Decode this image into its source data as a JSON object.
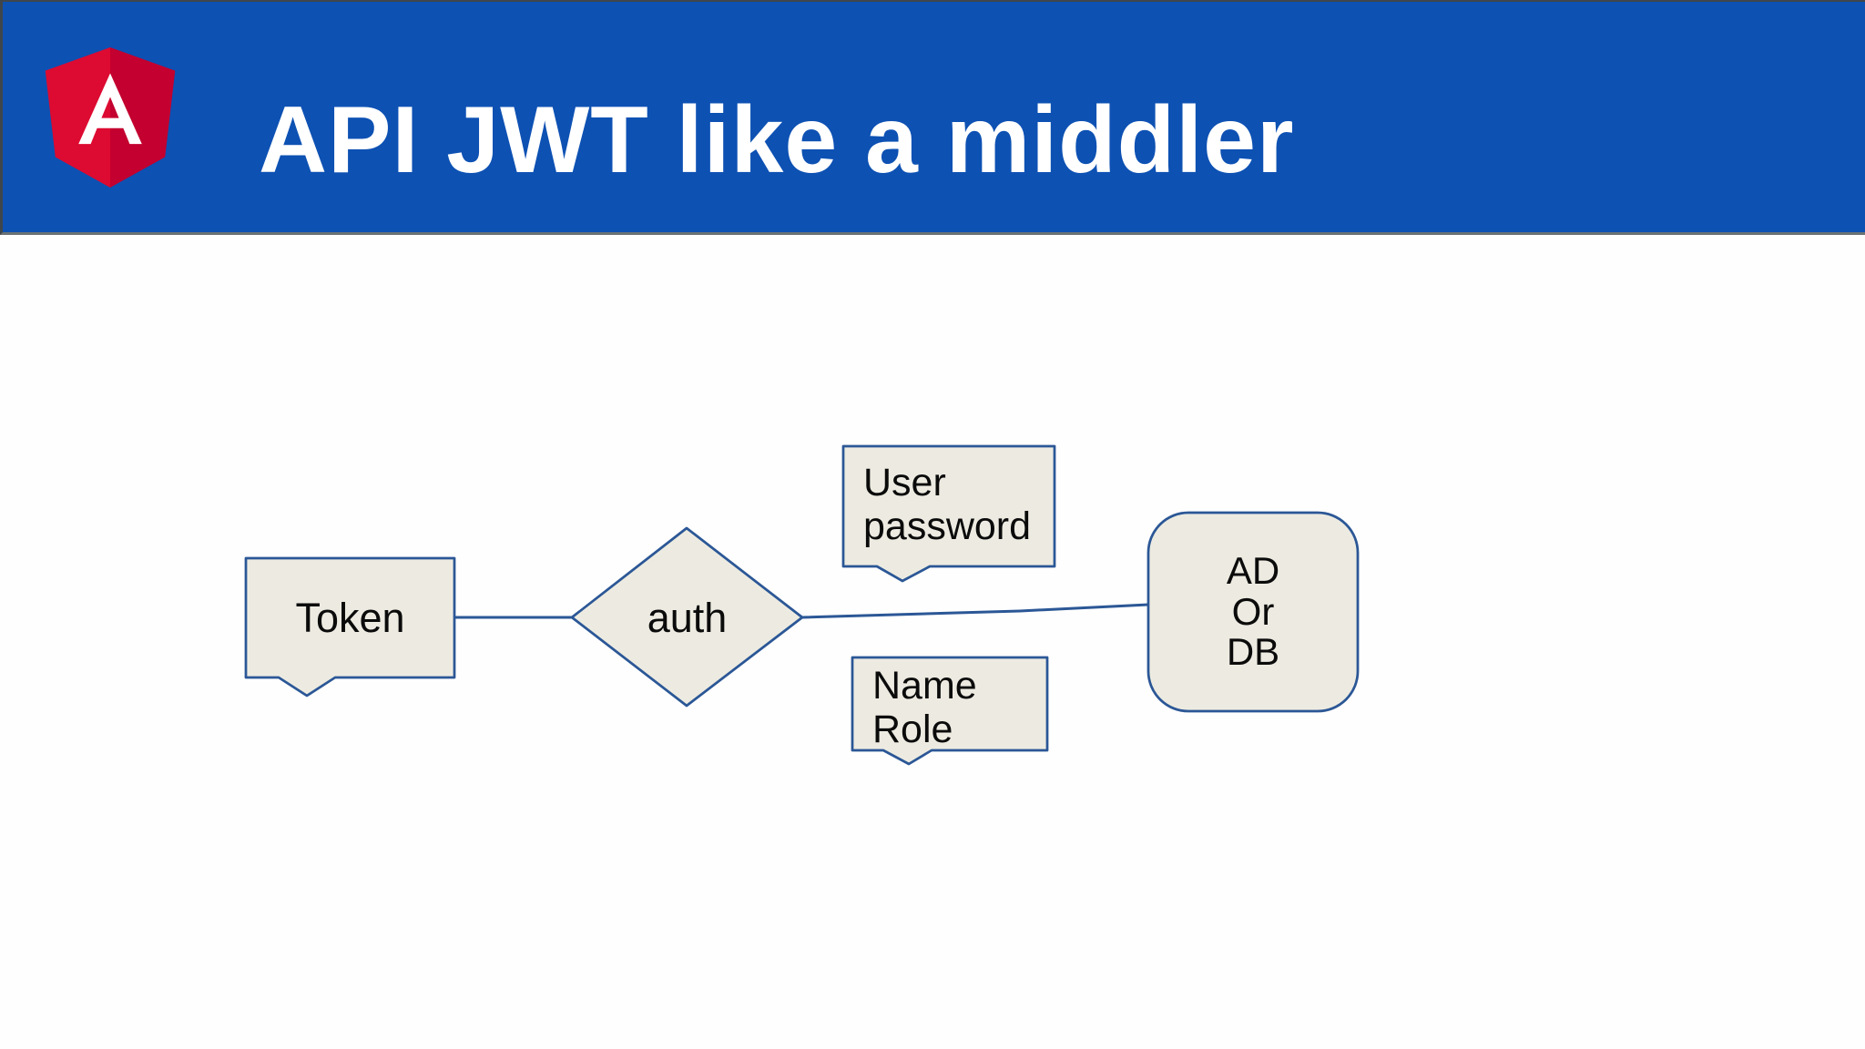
{
  "header": {
    "title": "API JWT like a middler",
    "logo": "angular-logo"
  },
  "colors": {
    "header-blue": "#0d51b3",
    "shape-fill": "#edebe1",
    "shape-border": "#2b5796",
    "logo-red": "#dd0a31",
    "logo-red-dark": "#c3002f",
    "divider-gray": "#6b7175",
    "text-color": "#0b0b0b"
  },
  "diagram": {
    "nodes": {
      "token": {
        "shape": "callout-rect",
        "label": "Token"
      },
      "auth": {
        "shape": "diamond",
        "label": "auth"
      },
      "user_password": {
        "shape": "callout-rect",
        "line1": "User",
        "line2": "password"
      },
      "name_role": {
        "shape": "callout-rect",
        "line1": "Name",
        "line2": "Role"
      },
      "ad_db": {
        "shape": "rounded-rect",
        "line1": "AD",
        "line2": "Or",
        "line3": "DB"
      }
    },
    "edges": [
      {
        "from": "token",
        "to": "auth"
      },
      {
        "from": "auth",
        "to": "ad_db"
      }
    ]
  }
}
